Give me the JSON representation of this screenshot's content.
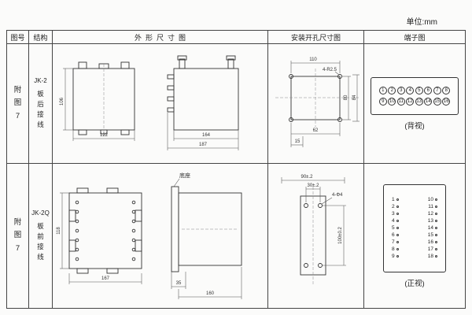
{
  "unit_label": "单位:mm",
  "header": {
    "figure_no": "图号",
    "structure": "结构",
    "outline": "外形尺寸图",
    "install": "安装开孔尺寸图",
    "terminal": "端子图"
  },
  "rows": [
    {
      "figure": {
        "l1": "附",
        "l2": "图",
        "l3": "7"
      },
      "structure": {
        "model": "JK-2",
        "wiring": [
          "板",
          "后",
          "接",
          "线"
        ]
      },
      "outline": {
        "h": "106",
        "w": "122",
        "d1": "164",
        "d2": "187"
      },
      "install": {
        "w": "110",
        "note": "4-R2.5",
        "h1": "80",
        "h2": "84",
        "b1": "62",
        "b2": "15"
      },
      "terminal": {
        "top": [
          "1",
          "2",
          "3",
          "4",
          "5",
          "6",
          "7",
          "8"
        ],
        "bottom": [
          "9",
          "10",
          "11",
          "12",
          "13",
          "14",
          "15",
          "16"
        ],
        "label": "(背视)"
      }
    },
    {
      "figure": {
        "l1": "附",
        "l2": "图",
        "l3": "7"
      },
      "structure": {
        "model": "JK-2Q",
        "wiring": [
          "板",
          "前",
          "接",
          "线"
        ]
      },
      "outline": {
        "h": "118",
        "w": "167",
        "base_label": "底座",
        "d1": "35",
        "d2": "160"
      },
      "install": {
        "w1": "90±.2",
        "w2": "30±.2",
        "note": "4-Φ4",
        "v": "100±0.2"
      },
      "terminal": {
        "left": [
          "1",
          "2",
          "3",
          "4",
          "5",
          "6",
          "7",
          "8",
          "9"
        ],
        "right": [
          "10",
          "11",
          "12",
          "13",
          "14",
          "15",
          "16",
          "17",
          "18"
        ],
        "label": "(正视)"
      }
    }
  ]
}
